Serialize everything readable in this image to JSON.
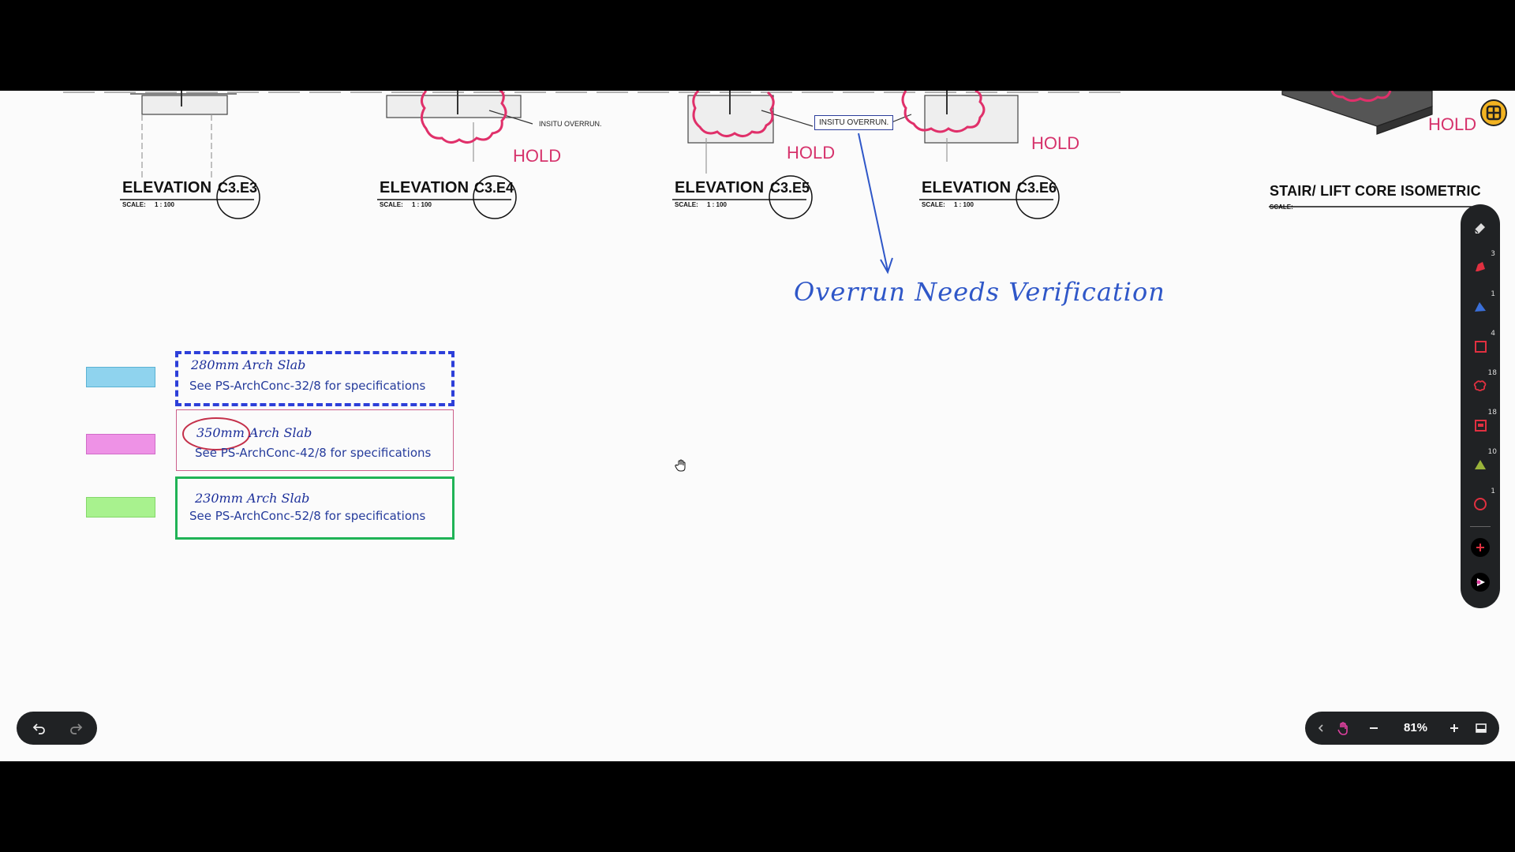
{
  "elevations": [
    {
      "label": "ELEVATION",
      "number": "C3.E3",
      "scale_label": "SCALE:",
      "scale_value": "1 : 100"
    },
    {
      "label": "ELEVATION",
      "number": "C3.E4",
      "scale_label": "SCALE:",
      "scale_value": "1 : 100"
    },
    {
      "label": "ELEVATION",
      "number": "C3.E5",
      "scale_label": "SCALE:",
      "scale_value": "1 : 100"
    },
    {
      "label": "ELEVATION",
      "number": "C3.E6",
      "scale_label": "SCALE:",
      "scale_value": "1 : 100"
    }
  ],
  "isometric": {
    "title": "STAIR/ LIFT CORE ISOMETRIC",
    "scale_label": "SCALE:"
  },
  "hold_label": "HOLD",
  "callouts": {
    "insitu_overrun_plain": "INSITU OVERRUN.",
    "insitu_overrun_boxed": "INSITU OVERRUN."
  },
  "annotation": {
    "text": "Overrun Needs Verification",
    "color": "#2f57c8"
  },
  "legend": [
    {
      "swatch_color": "#8fd3ee",
      "title": "280mm Arch Slab",
      "spec": "See PS-ArchConc-32/8 for specifications",
      "border": "dashed #2d3fd9"
    },
    {
      "swatch_color": "#ee92e6",
      "title_circled": "350mm",
      "title_rest": "Arch Slab",
      "spec": "See PS-ArchConc-42/8 for specifications",
      "border": "solid #cc5f8a"
    },
    {
      "swatch_color": "#a8f28e",
      "title": "230mm Arch Slab",
      "spec": "See PS-ArchConc-52/8 for specifications",
      "border": "solid #20b356"
    }
  ],
  "toolbar": {
    "tools": [
      {
        "icon": "eraser-icon"
      },
      {
        "icon": "red-pen-icon",
        "count": "3"
      },
      {
        "icon": "blue-pen-icon",
        "count": "1"
      },
      {
        "icon": "rectangle-icon",
        "count": "4"
      },
      {
        "icon": "cloud-shape-icon",
        "count": "18"
      },
      {
        "icon": "stamp-box-icon",
        "count": "18"
      },
      {
        "icon": "highlighter-icon",
        "count": "10"
      },
      {
        "icon": "circle-icon",
        "count": "1"
      },
      {
        "icon": "add-tool-icon"
      },
      {
        "icon": "laser-pointer-icon"
      }
    ]
  },
  "zoom": {
    "level": "81%"
  },
  "colors": {
    "hold": "#d6336c",
    "cloud": "#e0306a",
    "canvas": "#fbfbfb",
    "toolbar": "#202224"
  }
}
